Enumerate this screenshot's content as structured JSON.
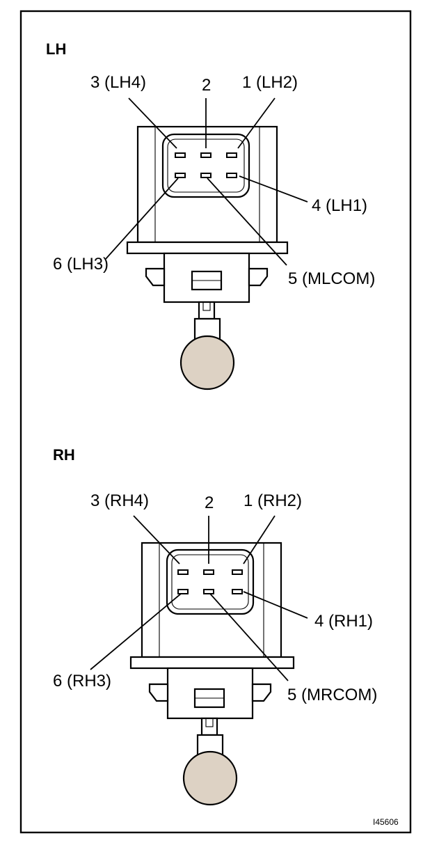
{
  "figure_code": "I45606",
  "sections": [
    {
      "id": "lh",
      "title": "LH",
      "labels": {
        "pin3": "3 (LH4)",
        "pin2": "2",
        "pin1": "1 (LH2)",
        "pin4": "4 (LH1)",
        "pin6": "6 (LH3)",
        "pin5": "5 (MLCOM)"
      }
    },
    {
      "id": "rh",
      "title": "RH",
      "labels": {
        "pin3": "3 (RH4)",
        "pin2": "2",
        "pin1": "1 (RH2)",
        "pin4": "4 (RH1)",
        "pin6": "6 (RH3)",
        "pin5": "5 (MRCOM)"
      }
    }
  ],
  "colors": {
    "line": "#000000",
    "background": "#ffffff",
    "knob_fill": "#ddd2c4"
  }
}
